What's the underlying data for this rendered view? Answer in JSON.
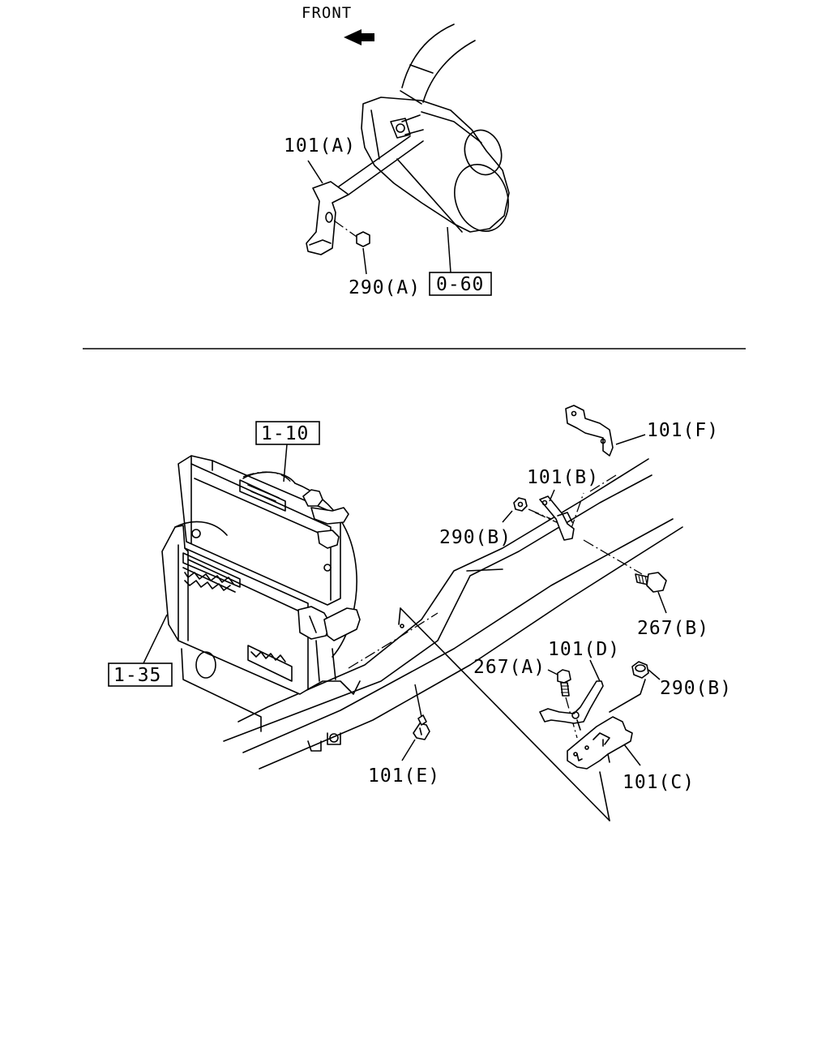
{
  "diagram": {
    "front_label": "FRONT",
    "top_view": {
      "callouts": {
        "bracket_a": "101(A)",
        "nut_a": "290(A)",
        "ref_component": "0-60"
      }
    },
    "bottom_view": {
      "callouts": {
        "ref_radiator": "1-10",
        "ref_intercooler": "1-35",
        "bracket_f": "101(F)",
        "bracket_b": "101(B)",
        "nut_b_left": "290(B)",
        "bolt_b": "267(B)",
        "bolt_a": "267(A)",
        "bracket_d": "101(D)",
        "nut_b_right": "290(B)",
        "bracket_e": "101(E)",
        "bracket_c": "101(C)"
      }
    }
  }
}
